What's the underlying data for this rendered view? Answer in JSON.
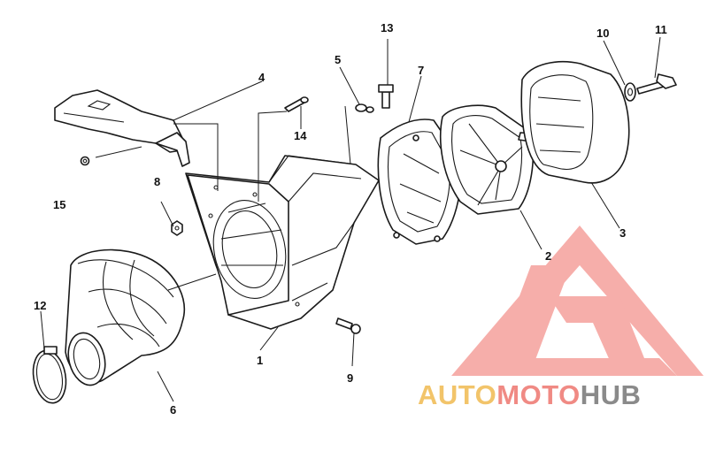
{
  "callouts": [
    {
      "id": "1",
      "label": "1"
    },
    {
      "id": "2",
      "label": "2"
    },
    {
      "id": "3",
      "label": "3"
    },
    {
      "id": "4",
      "label": "4"
    },
    {
      "id": "5",
      "label": "5"
    },
    {
      "id": "6",
      "label": "6"
    },
    {
      "id": "7",
      "label": "7"
    },
    {
      "id": "8",
      "label": "8"
    },
    {
      "id": "9",
      "label": "9"
    },
    {
      "id": "10",
      "label": "10"
    },
    {
      "id": "11",
      "label": "11"
    },
    {
      "id": "12",
      "label": "12"
    },
    {
      "id": "13",
      "label": "13"
    },
    {
      "id": "14",
      "label": "14"
    },
    {
      "id": "15",
      "label": "15"
    }
  ],
  "watermark": {
    "part1": "AUTO",
    "part2": "MOTO",
    "part3": "HUB",
    "colors": {
      "auto": "#f2c46a",
      "moto": "#f08a84",
      "hub": "#8a8a8a",
      "logo": "#f28c86"
    }
  },
  "colors": {
    "line": "#1a1a1a",
    "background": "#ffffff"
  }
}
